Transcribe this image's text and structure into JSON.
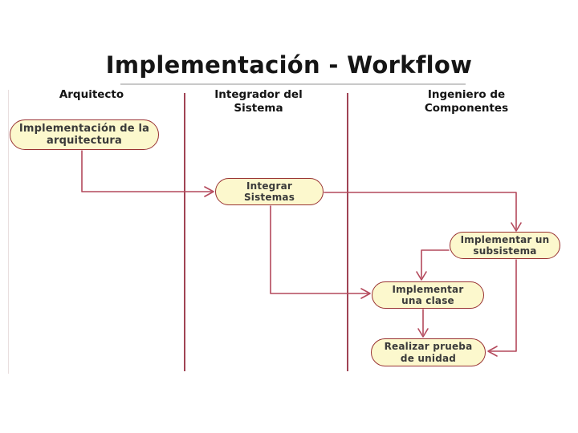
{
  "slide": {
    "title": "Implementación - Workflow"
  },
  "diagram": {
    "type": "uml-activity-workflow",
    "lanes": [
      {
        "label": "Arquitecto",
        "lines": [
          "Arquitecto",
          ""
        ]
      },
      {
        "label": "Integrador del Sistema",
        "lines": [
          "Integrador del",
          "Sistema"
        ]
      },
      {
        "label": "Ingeniero de Componentes",
        "lines": [
          "Ingeniero de",
          "Componentes"
        ]
      }
    ],
    "nodes": [
      {
        "id": "impl-arquitectura",
        "lane": "Arquitecto",
        "label": "Implementación de la arquitectura",
        "lines": [
          "Implementación de la",
          "arquitectura"
        ]
      },
      {
        "id": "integrar-sistemas",
        "lane": "Integrador del Sistema",
        "label": "Integrar Sistemas",
        "lines": [
          "Integrar",
          "Sistemas"
        ]
      },
      {
        "id": "impl-subsistema",
        "lane": "Ingeniero de Componentes",
        "label": "Implementar un subsistema",
        "lines": [
          "Implementar un",
          "subsistema"
        ]
      },
      {
        "id": "impl-clase",
        "lane": "Ingeniero de Componentes",
        "label": "Implementar una clase",
        "lines": [
          "Implementar",
          "una clase"
        ]
      },
      {
        "id": "prueba-unidad",
        "lane": "Ingeniero de Componentes",
        "label": "Realizar prueba de unidad",
        "lines": [
          "Realizar prueba",
          "de unidad"
        ]
      }
    ],
    "flows": [
      {
        "from": "impl-arquitectura",
        "to": "integrar-sistemas"
      },
      {
        "from": "integrar-sistemas",
        "to": "impl-subsistema"
      },
      {
        "from": "integrar-sistemas",
        "to": "impl-clase"
      },
      {
        "from": "impl-subsistema",
        "to": "impl-clase"
      },
      {
        "from": "impl-clase",
        "to": "prueba-unidad"
      },
      {
        "from": "impl-subsistema",
        "to": "prueba-unidad"
      }
    ],
    "colors": {
      "node_fill": "#fcf8cd",
      "node_border": "#993333",
      "flow_line": "#b4495c",
      "lane_divider": "#a04455",
      "node_text": "#3a3a3a",
      "header_text": "#141414"
    }
  }
}
